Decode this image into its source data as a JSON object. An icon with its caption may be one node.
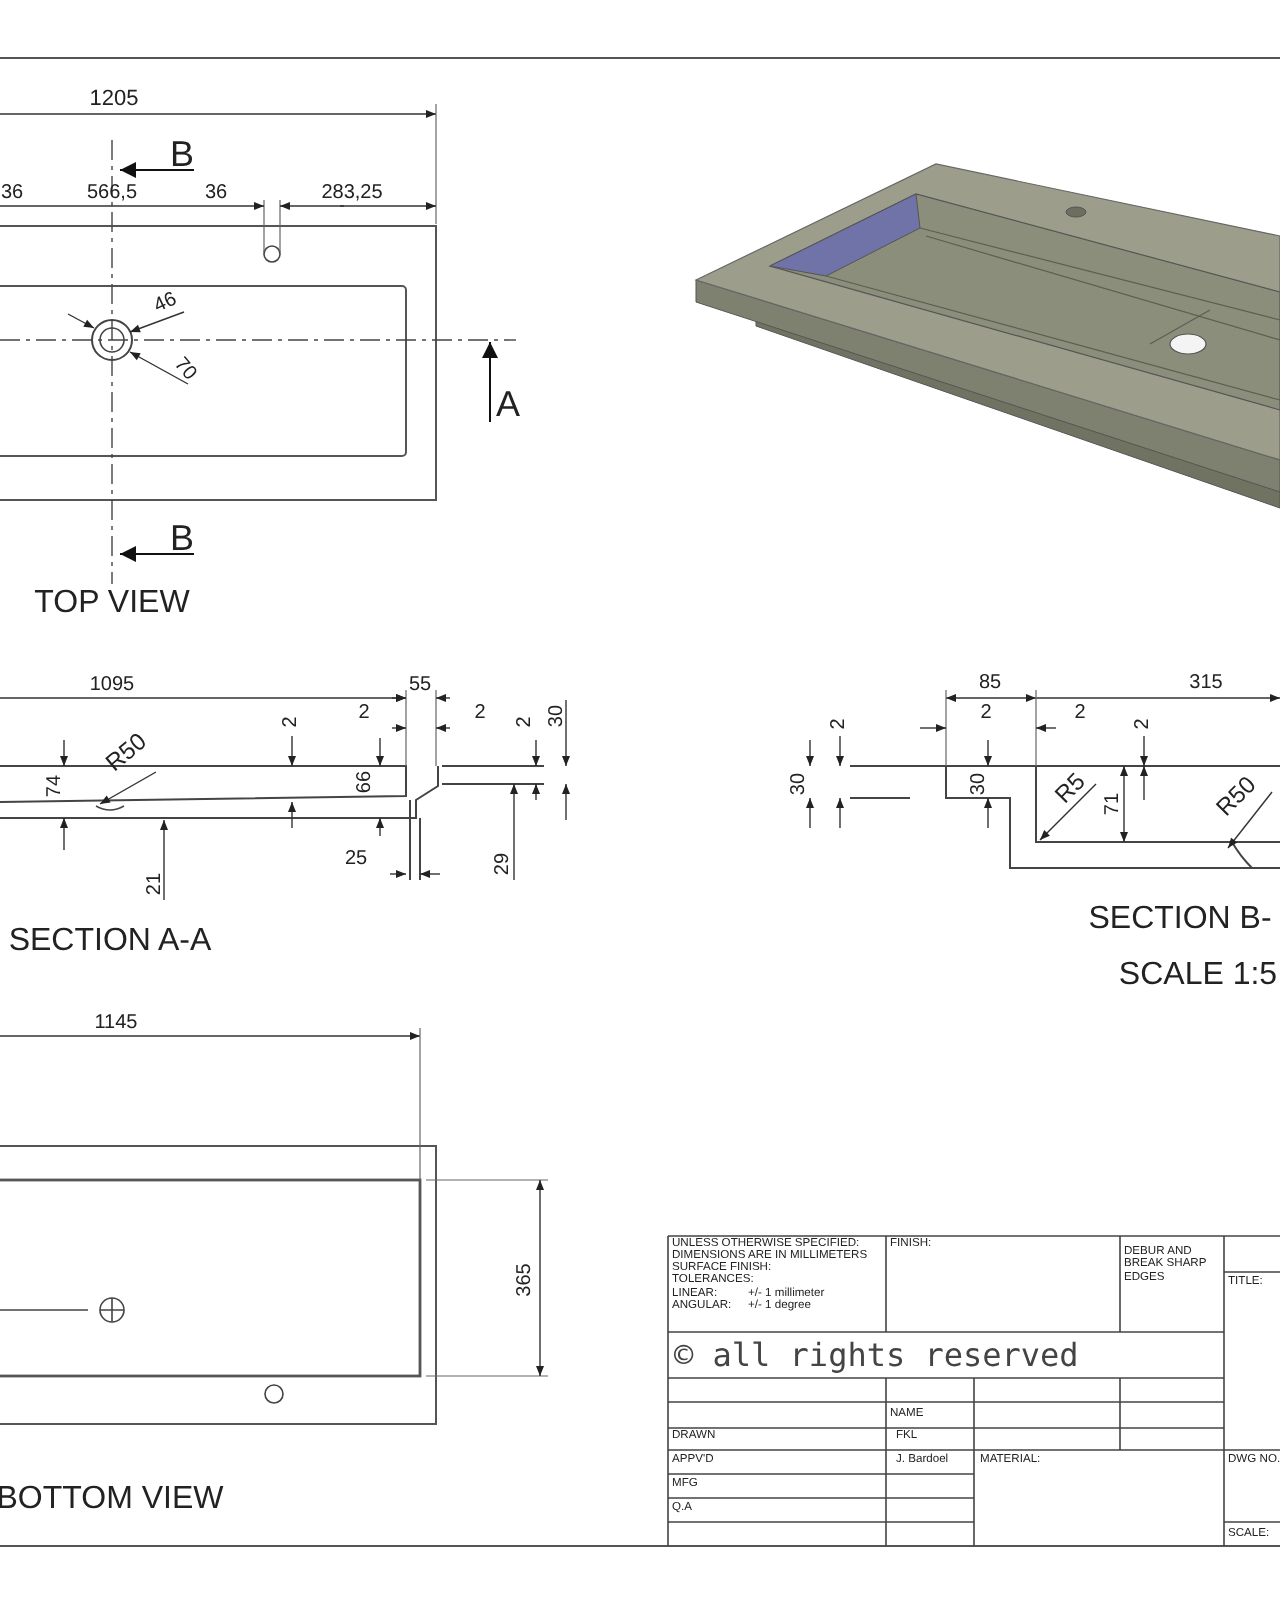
{
  "diagram": {
    "labels": [
      "1205",
      "B",
      "36",
      "566,5",
      "36",
      "283,25",
      "46",
      "70",
      "A",
      "B",
      "TOP VIEW",
      "1095",
      "55",
      "2",
      "2",
      "2",
      "2",
      "30",
      "74",
      "R50",
      "66",
      "25",
      "21",
      "29",
      "SECTION A-A",
      "85",
      "315",
      "2",
      "2",
      "2",
      "2",
      "30",
      "30",
      "R5",
      "71",
      "R50",
      "SECTION B-",
      "SCALE 1:5",
      "1145",
      "365",
      "BOTTOM VIEW",
      "UNLESS OTHERWISE SPECIFIED:",
      "DIMENSIONS ARE IN MILLIMETERS",
      "SURFACE FINISH:",
      "TOLERANCES:",
      "LINEAR:",
      "+/- 1 millimeter",
      "ANGULAR:",
      "+/- 1 degree",
      "FINISH:",
      "DEBUR AND BREAK SHARP EDGES",
      "TITLE:",
      "© all rights reserved",
      "NAME",
      "DRAWN",
      "FKL",
      "APPV'D",
      "J. Bardoel",
      "MATERIAL:",
      "DWG NO.",
      "MFG",
      "Q.A",
      "SCALE:"
    ]
  }
}
